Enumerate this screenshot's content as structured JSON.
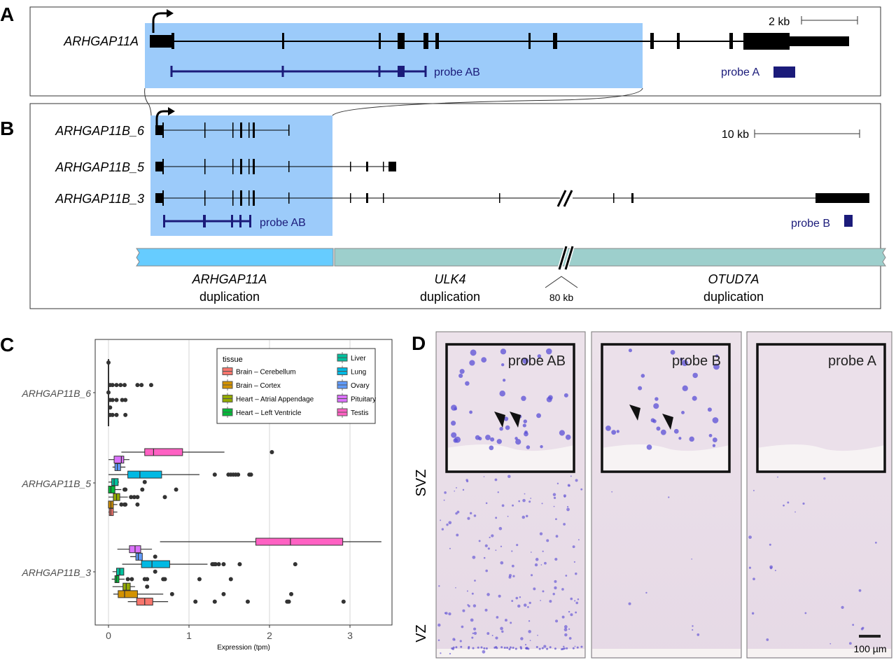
{
  "panels": {
    "a": "A",
    "b": "B",
    "c": "C",
    "d": "D"
  },
  "panel_a": {
    "gene": "ARHGAP11A",
    "probe_ab": "probe AB",
    "probe_a": "probe A",
    "scale": "2 kb"
  },
  "panel_b": {
    "transcripts": [
      "ARHGAP11B_6",
      "ARHGAP11B_5",
      "ARHGAP11B_3"
    ],
    "probe_ab": "probe AB",
    "probe_b": "probe B",
    "scale": "10 kb",
    "regions": [
      {
        "name": "ARHGAP11A",
        "sub": "duplication"
      },
      {
        "name": "ULK4",
        "sub": "duplication"
      },
      {
        "name": "OTUD7A",
        "sub": "duplication"
      }
    ],
    "gap": "80 kb"
  },
  "colors": {
    "highlight": "#9ccbfa",
    "probe": "#1b1b7a",
    "dup_a": "#66ccff",
    "dup_b": "#9dcfcc"
  },
  "chart_data": {
    "type": "boxplot",
    "xlabel": "Expression (tpm)",
    "xlim": [
      -0.15,
      3.5
    ],
    "xticks": [
      "0",
      "1",
      "2",
      "3"
    ],
    "grid": true,
    "legend": {
      "title": "tissue",
      "placement": "top-right"
    },
    "tissues": [
      {
        "name": "Brain – Cerebellum",
        "color": "#f8766d"
      },
      {
        "name": "Brain – Cortex",
        "color": "#d39200"
      },
      {
        "name": "Heart – Atrial Appendage",
        "color": "#93aa00"
      },
      {
        "name": "Heart – Left Ventricle",
        "color": "#00ba38"
      },
      {
        "name": "Liver",
        "color": "#00c19f"
      },
      {
        "name": "Lung",
        "color": "#00b9e3"
      },
      {
        "name": "Ovary",
        "color": "#619cff"
      },
      {
        "name": "Pituitary",
        "color": "#db72fb"
      },
      {
        "name": "Testis",
        "color": "#ff61c3"
      }
    ],
    "groups": [
      {
        "label": "ARHGAP11B_6",
        "boxes": [
          {
            "tissue": "Testis",
            "stats": [
              0,
              0,
              0,
              0,
              0
            ],
            "outliers": [
              0
            ]
          },
          {
            "tissue": "Pituitary",
            "stats": [
              0,
              0,
              0,
              0,
              0
            ],
            "outliers": []
          },
          {
            "tissue": "Ovary",
            "stats": [
              0,
              0,
              0,
              0,
              0
            ],
            "outliers": []
          },
          {
            "tissue": "Lung",
            "stats": [
              0,
              0,
              0,
              0,
              0
            ],
            "outliers": [
              0.02,
              0.05,
              0.1,
              0.15,
              0.2,
              0.36,
              0.41,
              0.53
            ]
          },
          {
            "tissue": "Liver",
            "stats": [
              0,
              0,
              0,
              0,
              0
            ],
            "outliers": [
              0
            ]
          },
          {
            "tissue": "Heart – Left Ventricle",
            "stats": [
              0,
              0,
              0,
              0,
              0
            ],
            "outliers": [
              0.02,
              0.05,
              0.1,
              0.17,
              0.21
            ]
          },
          {
            "tissue": "Heart – Atrial Appendage",
            "stats": [
              0,
              0,
              0,
              0,
              0
            ],
            "outliers": [
              0.02
            ]
          },
          {
            "tissue": "Brain – Cortex",
            "stats": [
              0,
              0,
              0,
              0,
              0
            ],
            "outliers": [
              0.02,
              0.05,
              0.1,
              0.21
            ]
          },
          {
            "tissue": "Brain – Cerebellum",
            "stats": [
              0,
              0,
              0,
              0,
              0
            ],
            "outliers": []
          }
        ]
      },
      {
        "label": "ARHGAP11B_5",
        "boxes": [
          {
            "tissue": "Testis",
            "stats": [
              0.16,
              0.45,
              0.56,
              0.92,
              1.44
            ],
            "outliers": [
              2.03
            ]
          },
          {
            "tissue": "Pituitary",
            "stats": [
              0,
              0.07,
              0.16,
              0.19,
              0.26
            ],
            "outliers": []
          },
          {
            "tissue": "Ovary",
            "stats": [
              0.05,
              0.08,
              0.11,
              0.15,
              0.21
            ],
            "outliers": []
          },
          {
            "tissue": "Lung",
            "stats": [
              0,
              0.24,
              0.39,
              0.66,
              1.13
            ],
            "outliers": [
              1.32,
              1.49,
              1.52,
              1.55,
              1.58,
              1.61,
              1.75,
              1.77
            ]
          },
          {
            "tissue": "Liver",
            "stats": [
              0,
              0.04,
              0.07,
              0.12,
              0.13
            ],
            "outliers": [
              0.45
            ]
          },
          {
            "tissue": "Heart – Left Ventricle",
            "stats": [
              0,
              0,
              0.03,
              0.08,
              0.16
            ],
            "outliers": [
              0.2,
              0.21,
              0.42,
              0.84
            ]
          },
          {
            "tissue": "Heart – Atrial Appendage",
            "stats": [
              0,
              0.06,
              0.1,
              0.14,
              0.24
            ],
            "outliers": [
              0.28,
              0.32,
              0.36,
              0.7
            ]
          },
          {
            "tissue": "Brain – Cortex",
            "stats": [
              0,
              0,
              0.03,
              0.06,
              0.11
            ],
            "outliers": [
              0.16,
              0.2,
              0.21,
              0.36
            ]
          },
          {
            "tissue": "Brain – Cerebellum",
            "stats": [
              0,
              0.01,
              0.03,
              0.06,
              0.11
            ],
            "outliers": []
          }
        ]
      },
      {
        "label": "ARHGAP11B_3",
        "boxes": [
          {
            "tissue": "Testis",
            "stats": [
              0.64,
              1.83,
              2.26,
              2.91,
              3.39
            ],
            "outliers": []
          },
          {
            "tissue": "Pituitary",
            "stats": [
              0.11,
              0.26,
              0.33,
              0.4,
              0.54
            ],
            "outliers": []
          },
          {
            "tissue": "Ovary",
            "stats": [
              0.27,
              0.34,
              0.37,
              0.42,
              0.42
            ],
            "outliers": [
              0.58
            ]
          },
          {
            "tissue": "Lung",
            "stats": [
              0.17,
              0.41,
              0.54,
              0.76,
              1.23
            ],
            "outliers": [
              1.29,
              1.31,
              1.33,
              1.37,
              1.43,
              1.63,
              2.32
            ]
          },
          {
            "tissue": "Liver",
            "stats": [
              0.05,
              0.1,
              0.14,
              0.19,
              0.19
            ],
            "outliers": [
              0.58
            ]
          },
          {
            "tissue": "Heart – Left Ventricle",
            "stats": [
              0.04,
              0.08,
              0.1,
              0.13,
              0.2
            ],
            "outliers": [
              0.24,
              0.29,
              0.45,
              0.48,
              0.68,
              0.7,
              1.13,
              1.52
            ]
          },
          {
            "tissue": "Heart – Atrial Appendage",
            "stats": [
              0.05,
              0.18,
              0.22,
              0.27,
              0.33
            ],
            "outliers": [
              0.48
            ]
          },
          {
            "tissue": "Brain – Cortex",
            "stats": [
              0.06,
              0.12,
              0.2,
              0.36,
              0.68
            ],
            "outliers": [
              0.79,
              1.43,
              2.27
            ]
          },
          {
            "tissue": "Brain – Cerebellum",
            "stats": [
              0.24,
              0.35,
              0.45,
              0.55,
              0.74
            ],
            "outliers": [
              1.08,
              1.32,
              1.73,
              2.22,
              2.24,
              2.92
            ]
          }
        ]
      }
    ]
  },
  "panel_d": {
    "probes": [
      "probe AB",
      "probe B",
      "probe A"
    ],
    "zones": {
      "svz": "SVZ",
      "vz": "VZ"
    },
    "scale": "100 µm"
  }
}
